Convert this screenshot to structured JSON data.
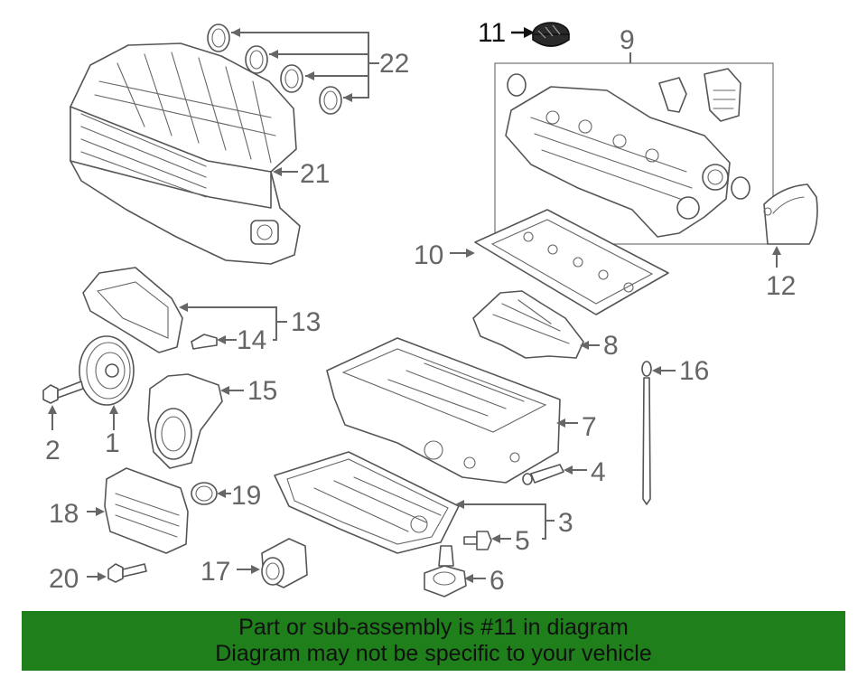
{
  "banner": {
    "line1": "Part or sub-assembly is #11 in diagram",
    "line2": "Diagram may not be specific to your vehicle",
    "background_color": "#1e7f1b"
  },
  "highlight_part": "11",
  "callouts": [
    "1",
    "2",
    "3",
    "4",
    "5",
    "6",
    "7",
    "8",
    "9",
    "10",
    "11",
    "12",
    "13",
    "14",
    "15",
    "16",
    "17",
    "18",
    "19",
    "20",
    "21",
    "22"
  ]
}
